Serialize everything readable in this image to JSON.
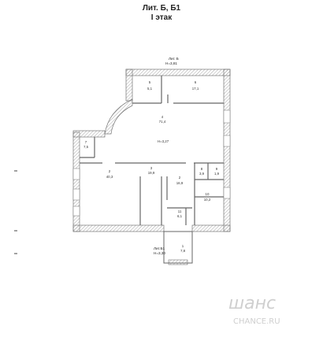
{
  "plan": {
    "title": "Лит. Б, Б1",
    "subtitle": "I этак",
    "building_label": "Лит. Б",
    "building_height": "H=3,81",
    "annex_label": "Лит.Б1",
    "annex_height": "H=3,30",
    "hall_height": "H=3,27",
    "wall_color": "#777777",
    "hatch_color": "#999999",
    "rooms": [
      {
        "id": "5",
        "area": "5,1"
      },
      {
        "id": "6",
        "area": "17,1"
      },
      {
        "id": "4",
        "area": "71,4"
      },
      {
        "id": "7",
        "area": "7,5"
      },
      {
        "id": "3",
        "area": "19,9"
      },
      {
        "id": "2",
        "area": "40,3"
      },
      {
        "id": "2a",
        "num": "2",
        "area": "16,9"
      },
      {
        "id": "8",
        "area": "3,9"
      },
      {
        "id": "9",
        "area": "1,9"
      },
      {
        "id": "10",
        "area": "10,2"
      },
      {
        "id": "11",
        "area": "6,1"
      },
      {
        "id": "1",
        "area": "7,8"
      }
    ]
  },
  "watermark": {
    "logo": "шанс",
    "site": "CHANCE.RU"
  }
}
